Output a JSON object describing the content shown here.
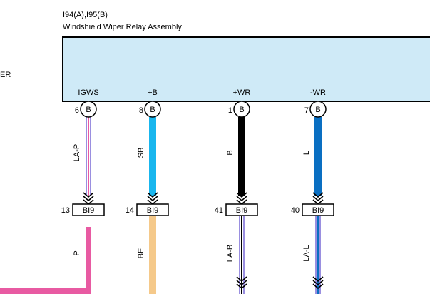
{
  "component": {
    "code": "I94(A),I95(B)",
    "title": "Windshield Wiper Relay Assembly",
    "fill_color": "#CFEAF7"
  },
  "side_label": "ER",
  "pins": [
    {
      "name": "IGWS",
      "pin_no": "6",
      "connector": "B",
      "wire_color_code": "LA-P",
      "wire_colors": [
        "#9A8FE0",
        "#E85AA2"
      ],
      "junction": {
        "pin_no": "13",
        "code": "BI9"
      },
      "out_color_code": "P",
      "out_colors": [
        "#E85AA2"
      ]
    },
    {
      "name": "+B",
      "pin_no": "8",
      "connector": "B",
      "wire_color_code": "SB",
      "wire_colors": [
        "#19B6EE"
      ],
      "junction": {
        "pin_no": "14",
        "code": "BI9"
      },
      "out_color_code": "BE",
      "out_colors": [
        "#F5C98A"
      ]
    },
    {
      "name": "+WR",
      "pin_no": "1",
      "connector": "B",
      "wire_color_code": "B",
      "wire_colors": [
        "#000000"
      ],
      "junction": {
        "pin_no": "41",
        "code": "BI9"
      },
      "out_color_code": "LA-B",
      "out_colors": [
        "#9A8FE0",
        "#000000"
      ]
    },
    {
      "name": "-WR",
      "pin_no": "7",
      "connector": "B",
      "wire_color_code": "L",
      "wire_colors": [
        "#0A6FC2"
      ],
      "junction": {
        "pin_no": "40",
        "code": "BI9"
      },
      "out_color_code": "LA-L",
      "out_colors": [
        "#9A8FE0",
        "#0A6FC2"
      ]
    }
  ]
}
